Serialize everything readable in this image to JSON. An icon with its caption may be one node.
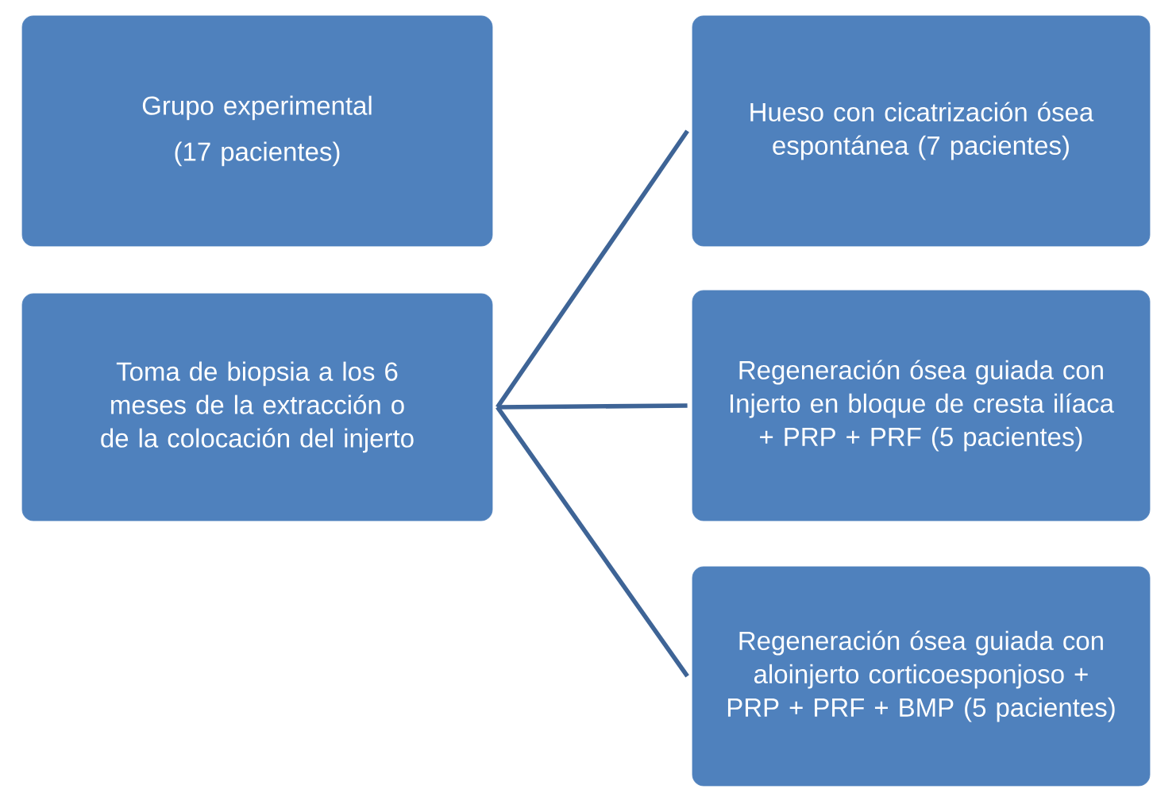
{
  "diagram": {
    "nodes": [
      {
        "text": [
          "Grupo experimental",
          "(17 pacientes)"
        ]
      },
      {
        "text": [
          "Toma de biopsia a los 6 meses de la extracción o de la colocación del injerto"
        ]
      },
      {
        "text": [
          "Hueso con cicatrización ósea espontánea (7 pacientes)"
        ]
      },
      {
        "text": [
          "Regeneración ósea guiada con Injerto en bloque de cresta ilíaca + PRP  + PRF (5 pacientes)"
        ]
      },
      {
        "text": [
          "Regeneración ósea guiada con aloinjerto corticoesponjoso + PRP + PRF +  BMP (5 pacientes)"
        ]
      }
    ],
    "edges": [
      {
        "from": 1,
        "to": 2,
        "arrow": "none"
      },
      {
        "from": 1,
        "to": 3,
        "arrow": "none"
      },
      {
        "from": 1,
        "to": 4,
        "arrow": "none"
      }
    ]
  }
}
